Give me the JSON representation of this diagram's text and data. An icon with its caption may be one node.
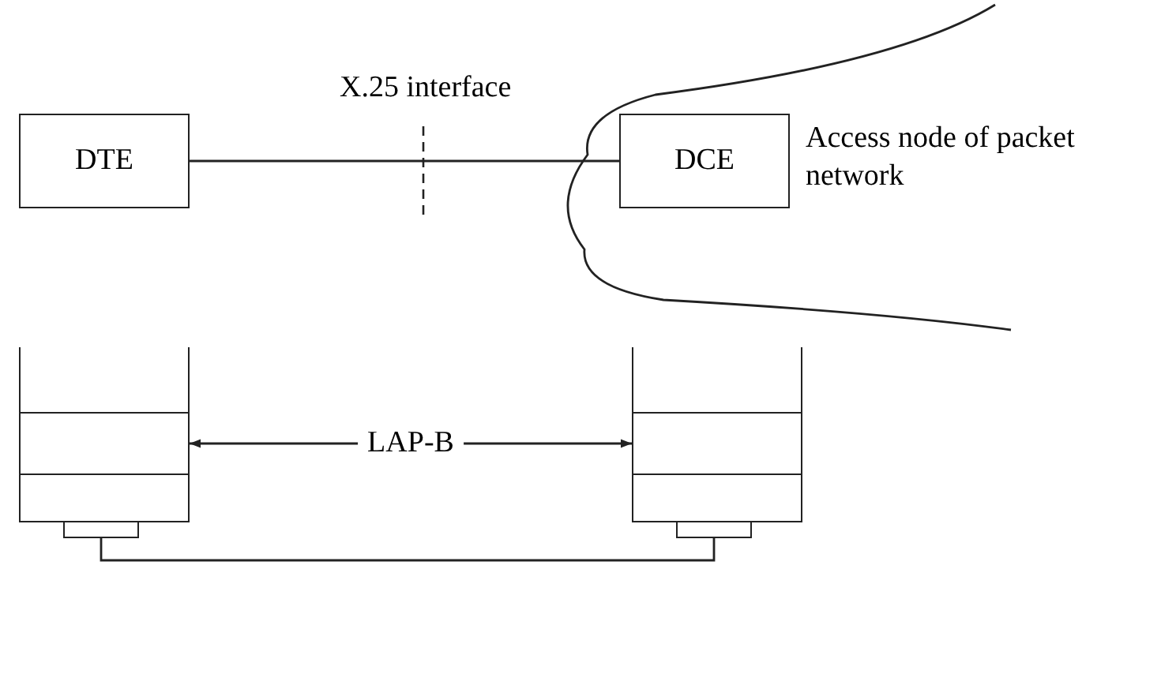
{
  "diagram": {
    "nodes": [
      {
        "text": [
          "DTE"
        ]
      },
      {
        "text": [
          "Access node of packet network"
        ]
      },
      {
        "text": [
          "DCE"
        ],
        "in": 1
      },
      {
        "text": [],
        "shape": "box"
      },
      {
        "text": [],
        "shape": "box"
      },
      {
        "text": [],
        "shape": "box"
      },
      {
        "text": [],
        "shape": "box"
      },
      {
        "text": [],
        "shape": "box"
      },
      {
        "text": [],
        "shape": "box"
      },
      {
        "text": [],
        "shape": "box"
      },
      {
        "text": [],
        "shape": "box"
      }
    ],
    "edges": [
      {
        "from": 0,
        "to": 2,
        "arrow": "none"
      },
      {
        "from": 4,
        "to": 8,
        "arrow": "both",
        "label": "LAP-B"
      },
      {
        "from": 6,
        "to": 10,
        "arrow": "none"
      }
    ],
    "labels": [
      "X.25 interface"
    ]
  }
}
